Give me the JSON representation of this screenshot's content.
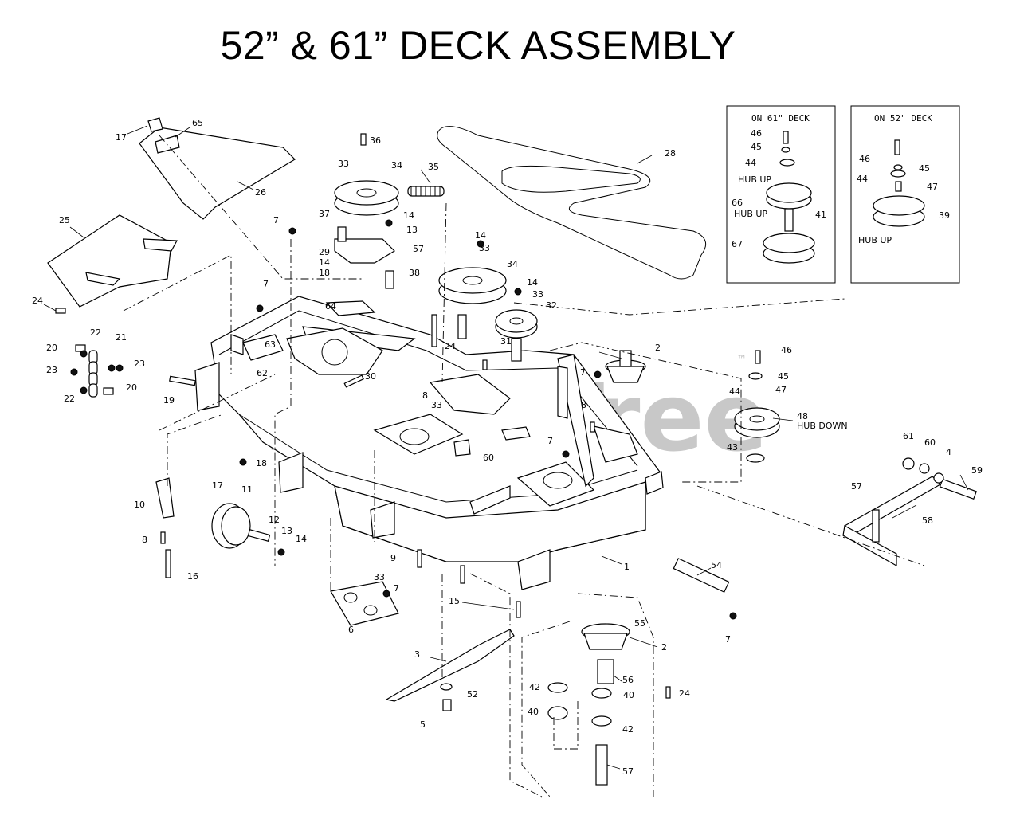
{
  "title": "52” & 61” DECK ASSEMBLY",
  "watermark": "PartsTree",
  "watermark_tm": "™",
  "inset_61": {
    "heading": "ON 61\" DECK",
    "hub_up": "HUB UP",
    "hub_up_2": "HUB UP",
    "callouts": [
      "46",
      "45",
      "44",
      "66",
      "41",
      "67"
    ]
  },
  "inset_52": {
    "heading": "ON 52\" DECK",
    "hub_up": "HUB UP",
    "callouts": [
      "46",
      "45",
      "44",
      "47",
      "39"
    ]
  },
  "hub_down": "HUB DOWN",
  "callouts": [
    {
      "t": "17"
    },
    {
      "t": "65"
    },
    {
      "t": "26"
    },
    {
      "t": "25"
    },
    {
      "t": "24"
    },
    {
      "t": "22"
    },
    {
      "t": "21"
    },
    {
      "t": "20"
    },
    {
      "t": "23"
    },
    {
      "t": "23"
    },
    {
      "t": "22"
    },
    {
      "t": "20"
    },
    {
      "t": "36"
    },
    {
      "t": "33"
    },
    {
      "t": "34"
    },
    {
      "t": "35"
    },
    {
      "t": "28"
    },
    {
      "t": "7"
    },
    {
      "t": "37"
    },
    {
      "t": "14"
    },
    {
      "t": "13"
    },
    {
      "t": "57"
    },
    {
      "t": "29"
    },
    {
      "t": "14"
    },
    {
      "t": "18"
    },
    {
      "t": "38"
    },
    {
      "t": "14"
    },
    {
      "t": "33"
    },
    {
      "t": "34"
    },
    {
      "t": "14"
    },
    {
      "t": "33"
    },
    {
      "t": "32"
    },
    {
      "t": "31"
    },
    {
      "t": "7"
    },
    {
      "t": "64"
    },
    {
      "t": "63"
    },
    {
      "t": "62"
    },
    {
      "t": "19"
    },
    {
      "t": "30"
    },
    {
      "t": "24"
    },
    {
      "t": "8"
    },
    {
      "t": "33"
    },
    {
      "t": "2"
    },
    {
      "t": "7"
    },
    {
      "t": "8"
    },
    {
      "t": "46"
    },
    {
      "t": "45"
    },
    {
      "t": "44"
    },
    {
      "t": "47"
    },
    {
      "t": "48"
    },
    {
      "t": "43"
    },
    {
      "t": "60"
    },
    {
      "t": "7"
    },
    {
      "t": "18"
    },
    {
      "t": "17"
    },
    {
      "t": "11"
    },
    {
      "t": "10"
    },
    {
      "t": "12"
    },
    {
      "t": "13"
    },
    {
      "t": "14"
    },
    {
      "t": "8"
    },
    {
      "t": "16"
    },
    {
      "t": "9"
    },
    {
      "t": "61"
    },
    {
      "t": "60"
    },
    {
      "t": "4"
    },
    {
      "t": "59"
    },
    {
      "t": "57"
    },
    {
      "t": "58"
    },
    {
      "t": "1"
    },
    {
      "t": "54"
    },
    {
      "t": "33"
    },
    {
      "t": "7"
    },
    {
      "t": "6"
    },
    {
      "t": "15"
    },
    {
      "t": "7"
    },
    {
      "t": "55"
    },
    {
      "t": "2"
    },
    {
      "t": "3"
    },
    {
      "t": "42"
    },
    {
      "t": "56"
    },
    {
      "t": "40"
    },
    {
      "t": "24"
    },
    {
      "t": "52"
    },
    {
      "t": "40"
    },
    {
      "t": "5"
    },
    {
      "t": "42"
    },
    {
      "t": "57"
    }
  ]
}
